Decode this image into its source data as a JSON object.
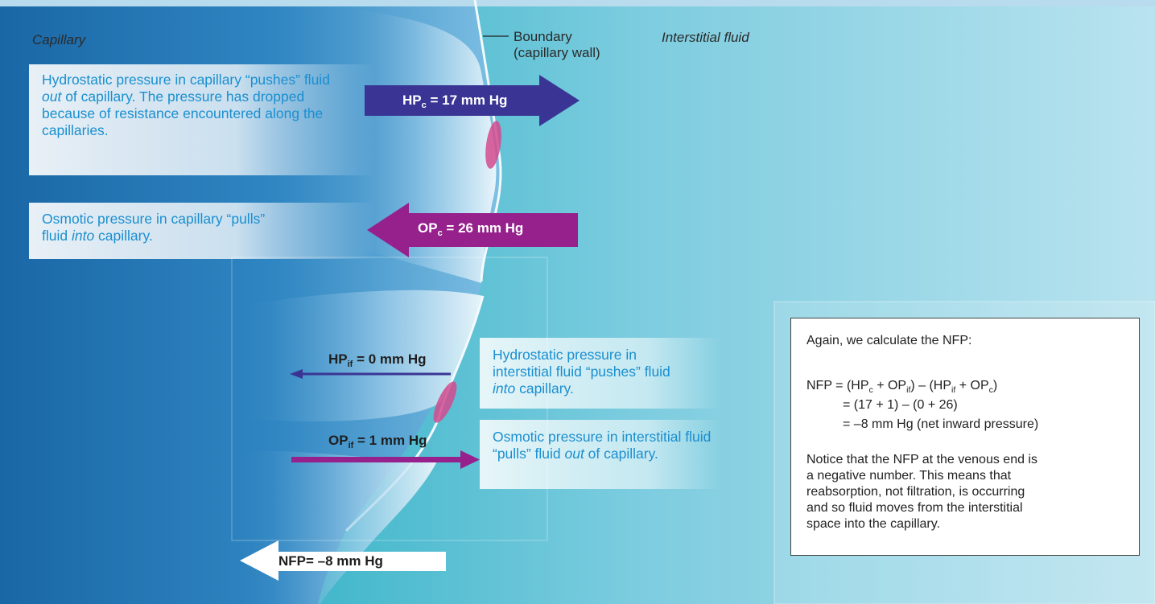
{
  "labels": {
    "capillary": "Capillary",
    "boundary_line1": "Boundary",
    "boundary_line2": "(capillary wall)",
    "interstitial": "Interstitial fluid"
  },
  "arrows": {
    "hpc": {
      "name": "HP",
      "sub": "c",
      "value": "= 17 mm Hg",
      "color": "#3a3594"
    },
    "opc": {
      "name": "OP",
      "sub": "c",
      "value": "= 26 mm Hg",
      "color": "#96218c"
    },
    "hpif": {
      "name": "HP",
      "sub": "if",
      "value": "= 0 mm Hg",
      "color": "#3a3594"
    },
    "opif": {
      "name": "OP",
      "sub": "if",
      "value": "= 1 mm Hg",
      "color": "#96218c"
    },
    "nfp": {
      "label": "NFP= –8 mm Hg",
      "color": "#ffffff"
    }
  },
  "explanations": {
    "hpc": {
      "pre": "Hydrostatic pressure in capillary “pushes” fluid ",
      "em": "out",
      "post": " of capillary. The pressure has dropped because of resistance encountered along the capillaries."
    },
    "opc": {
      "pre": "Osmotic pressure in capillary “pulls” fluid ",
      "em": "into",
      "post": " capillary."
    },
    "hpif": {
      "pre": "Hydrostatic pressure in interstitial fluid “pushes” fluid ",
      "em": "into",
      "post": " capillary."
    },
    "opif": {
      "pre": "Osmotic pressure in interstitial fluid “pulls” fluid ",
      "em": "out",
      "post": " of capillary."
    }
  },
  "calc": {
    "intro": "Again, we calculate the NFP:",
    "eq_lhs": "NFP = (HP",
    "eq_t1": " + OP",
    "eq_t2": ") – (HP",
    "eq_t3": " + OP",
    "eq_t4": ")",
    "sub_c": "c",
    "sub_if": "if",
    "line2": "= (17 + 1) – (0 + 26)",
    "line3": "= –8 mm Hg (net inward pressure)",
    "note": [
      "Notice that the NFP at the venous end is",
      "a negative number. This means that",
      "reabsorption, not filtration, is occurring",
      "and so fluid moves from the interstitial",
      "space into the capillary."
    ]
  },
  "colors": {
    "capillary_blue": "#1f78b4",
    "interstitial_teal": "#0f9fb4",
    "text_blue": "#1a8fd0",
    "hydrostatic_arrow": "#3a3594",
    "osmotic_arrow": "#96218c"
  }
}
